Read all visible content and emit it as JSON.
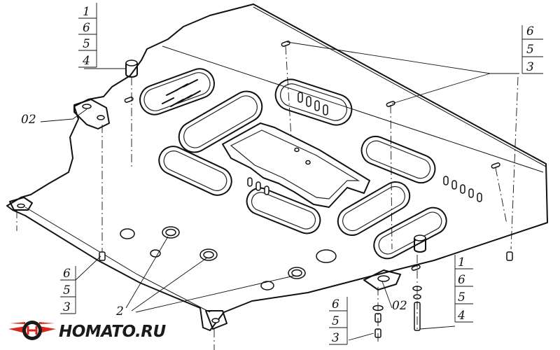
{
  "callouts": {
    "top_left_stack": [
      "1",
      "6",
      "5",
      "4"
    ],
    "top_right_stack": [
      "6",
      "5",
      "3"
    ],
    "left_bottom_stack": [
      "6",
      "5",
      "3"
    ],
    "bottom_mid_stack": [
      "6",
      "5",
      "3"
    ],
    "bottom_right_stack": [
      "1",
      "6",
      "5",
      "4"
    ],
    "label_02_left": "02",
    "label_02_bottom": "02",
    "label_2": "2"
  },
  "logo": {
    "text": "HOMATO.RU",
    "accent_color": "#d9271c",
    "icon": "winged-wheel-logo"
  },
  "colors": {
    "line": "#111111",
    "background": "#ffffff"
  }
}
